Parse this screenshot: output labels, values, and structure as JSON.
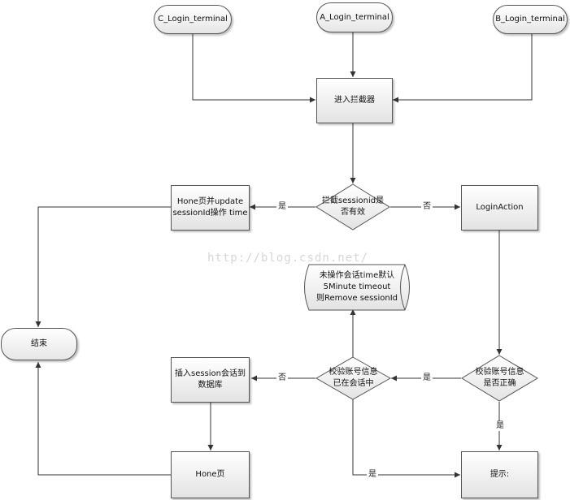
{
  "nodes": {
    "c_login": "C_Login_terminal",
    "a_login": "A_Login_terminal",
    "b_login": "B_Login_terminal",
    "interceptor": "进入拦截器",
    "check_session": [
      "拦截sessionid是",
      "否有效"
    ],
    "home_update": [
      "Hone页并update",
      "sessionId操作 time"
    ],
    "login_action": "LoginAction",
    "timeout_store": [
      "未操作会话time默认",
      "5Minute timeout",
      "则Remove sessionId"
    ],
    "end": "结束",
    "insert_session": [
      "插入session会话到",
      "数据库"
    ],
    "check_in_session": [
      "校验账号信息",
      "已在会话中"
    ],
    "check_account": [
      "校验账号信息",
      "是否正确"
    ],
    "home_page": "Hone页",
    "prompt": "提示:"
  },
  "edge_labels": {
    "yes_session_valid": "是",
    "no_session_valid": "否",
    "yes_account_ok": "是",
    "no_in_session": "否",
    "yes_prompt": "是",
    "yes_in_session": "是"
  },
  "watermark": "http://blog.csdn.net/",
  "colors": {
    "stroke": "#555555",
    "fill_top": "#ffffff",
    "fill_bottom": "#e3e3e3",
    "watermark": "#d6d6d6"
  }
}
